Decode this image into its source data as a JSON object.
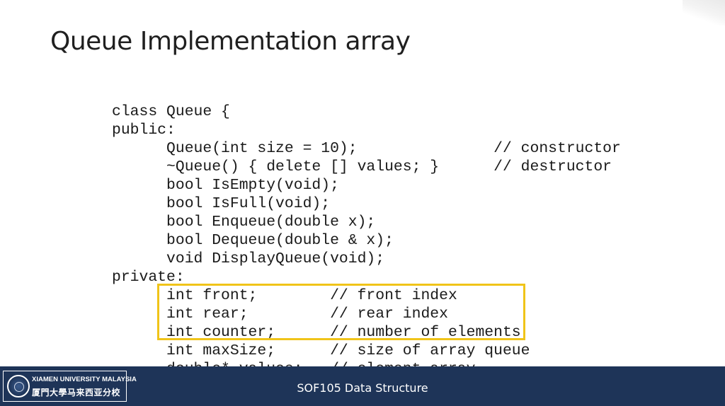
{
  "title": "Queue Implementation array",
  "code_lines": [
    "class Queue {",
    "public:",
    "      Queue(int size = 10);               // constructor",
    "      ~Queue() { delete [] values; }      // destructor",
    "      bool IsEmpty(void);",
    "      bool IsFull(void);",
    "      bool Enqueue(double x);",
    "      bool Dequeue(double & x);",
    "      void DisplayQueue(void);",
    "private:",
    "      int front;        // front index",
    "      int rear;         // rear index",
    "      int counter;      // number of elements",
    "      int maxSize;      // size of array queue",
    "      double* values;   // element array"
  ],
  "highlight_color": "#f0c419",
  "footer": {
    "course": "SOF105 Data Structure",
    "logo_en": "XIAMEN UNIVERSITY MALAYSIA",
    "logo_cn": "厦門大學马来西亚分校",
    "background": "#1e3458"
  }
}
